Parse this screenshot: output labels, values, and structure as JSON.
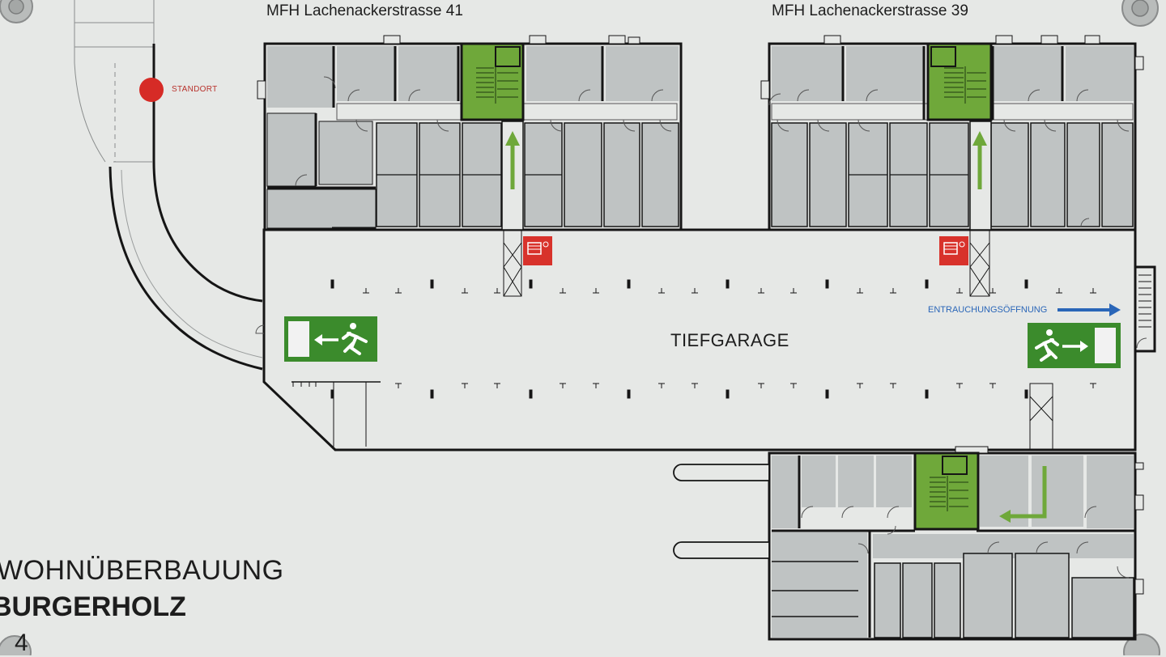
{
  "labels": {
    "building_left": "MFH Lachenackerstrasse 41",
    "building_right": "MFH Lachenackerstrasse 39",
    "standort": "STANDORT",
    "garage": "TIEFGARAGE",
    "smoke_vent": "ENTRAUCHUNGSÖFFNUNG",
    "title_line1": "WOHNÜBERBAUUNG",
    "title_line2": "BURGERHOLZ",
    "title_line3": "4"
  },
  "icons": [
    "exit-sign-icon",
    "running-person-icon",
    "arrow-icon",
    "fire-hose-icon",
    "staircase-icon",
    "location-marker-icon",
    "screw-icon"
  ],
  "colors": {
    "background": "#e6e8e6",
    "room": "#bfc3c3",
    "wall": "#151515",
    "staircase": "#6fa83a",
    "exit_sign": "#3b8b2c",
    "fire_equipment": "#d8322b",
    "marker": "#d62b26",
    "smoke_arrow": "#2a66b8"
  }
}
